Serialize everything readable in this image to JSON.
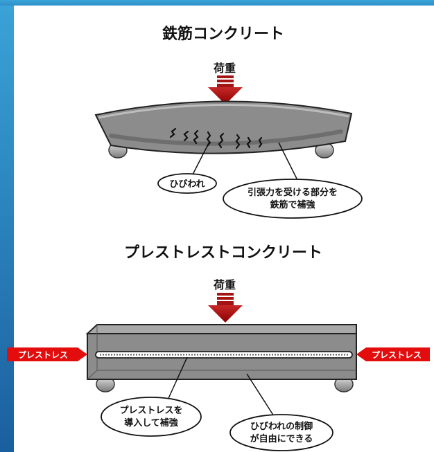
{
  "colors": {
    "side_gradient_top": "#3aa3d8",
    "side_gradient_bottom": "#1a5f9e",
    "arrow_red": "#a31515",
    "tag_red": "#e30d0d",
    "beam_gray": "#8a8a8a",
    "beam_dark": "#6a6a6a"
  },
  "rc": {
    "title": "鉄筋コンクリート",
    "load_label": "荷重",
    "callout_crack": "ひびわれ",
    "callout_rebar_line1": "引張力を受ける部分を",
    "callout_rebar_line2": "鉄筋で補強"
  },
  "pc": {
    "title": "プレストレストコンクリート",
    "load_label": "荷重",
    "left_tag": "プレストレス",
    "right_tag": "プレストレス",
    "callout_prestress_line1": "プレストレスを",
    "callout_prestress_line2": "導入して補強",
    "callout_crack_line1": "ひびわれの制御",
    "callout_crack_line2": "が自由にできる"
  }
}
